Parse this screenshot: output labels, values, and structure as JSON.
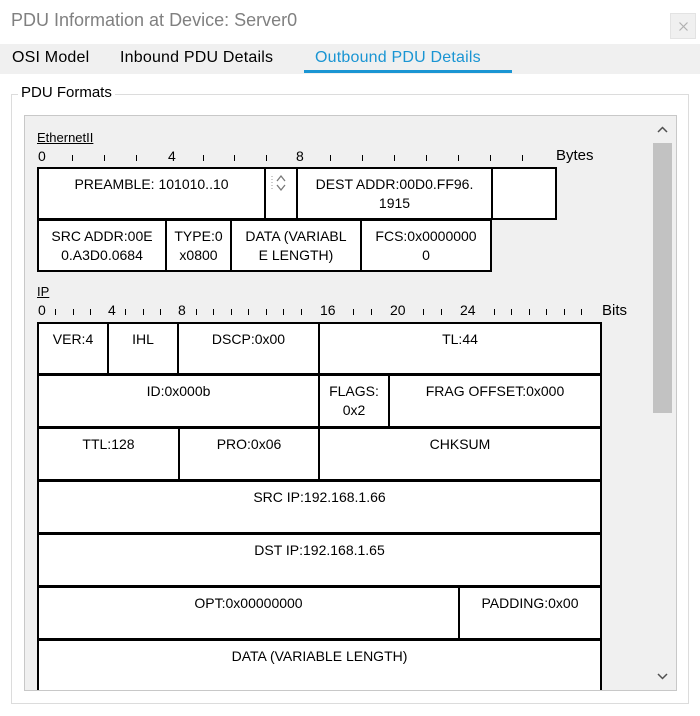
{
  "window": {
    "title": "PDU Information at Device: Server0"
  },
  "tabs": [
    {
      "label": "OSI Model"
    },
    {
      "label": "Inbound PDU Details"
    },
    {
      "label": "Outbound PDU Details"
    }
  ],
  "group": {
    "label": "PDU Formats"
  },
  "ethernet": {
    "title": "EthernetII",
    "scale": [
      "0",
      "4",
      "8"
    ],
    "unit": "Bytes",
    "preamble": "PREAMBLE: 101010..10",
    "dest": [
      "DEST ADDR:00D0.FF96.",
      "1915"
    ],
    "src": [
      "SRC ADDR:00E",
      "0.A3D0.0684"
    ],
    "type": [
      "TYPE:0",
      "x0800"
    ],
    "data": [
      "DATA (VARIABL",
      "E LENGTH)"
    ],
    "fcs": [
      "FCS:0x0000000",
      "0"
    ]
  },
  "ip": {
    "title": "IP",
    "scale": [
      "0",
      "4",
      "8",
      "16",
      "20",
      "24"
    ],
    "unit": "Bits",
    "ver": "VER:4",
    "ihl": "IHL",
    "dscp": "DSCP:0x00",
    "tl": "TL:44",
    "id": "ID:0x000b",
    "flags": [
      "FLAGS:",
      "0x2"
    ],
    "frag": "FRAG OFFSET:0x000",
    "ttl": "TTL:128",
    "pro": "PRO:0x06",
    "chksum": "CHKSUM",
    "src": "SRC IP:192.168.1.66",
    "dst": "DST IP:192.168.1.65",
    "opt": "OPT:0x00000000",
    "padding": "PADDING:0x00",
    "data": "DATA (VARIABLE LENGTH)"
  }
}
